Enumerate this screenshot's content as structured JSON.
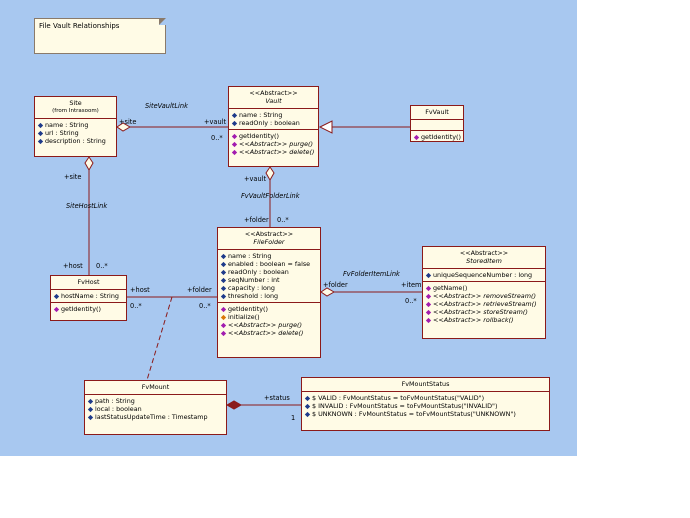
{
  "note": {
    "text": "File Vault Relationships"
  },
  "classes": {
    "site": {
      "name": "Site",
      "sub": "(from Intrasoom)",
      "attrs": [
        "name : String",
        "url : String",
        "description : String"
      ]
    },
    "vault": {
      "stereotype": "<<Abstract>>",
      "name": "Vault",
      "attrs": [
        "name : String",
        "readOnly : boolean"
      ],
      "ops": [
        "getIdentity()",
        "<<Abstract>> purge()",
        "<<Abstract>> delete()"
      ]
    },
    "fvvault": {
      "name": "FvVault",
      "ops": [
        "getIdentity()"
      ]
    },
    "filefolder": {
      "stereotype": "<<Abstract>>",
      "name": "FileFolder",
      "attrs": [
        "name : String",
        "enabled : boolean = false",
        "readOnly : boolean",
        "seqNumber : int",
        "capacity : long",
        "threshold : long"
      ],
      "ops": [
        "getIdentity()",
        "initialize()",
        "<<Abstract>> purge()",
        "<<Abstract>> delete()"
      ]
    },
    "storeditem": {
      "stereotype": "<<Abstract>>",
      "name": "StoredItem",
      "attrs": [
        "uniqueSequenceNumber : long"
      ],
      "ops": [
        "getName()",
        "<<Abstract>> removeStream()",
        "<<Abstract>> retrieveStream()",
        "<<Abstract>> storeStream()",
        "<<Abstract>> rollback()"
      ]
    },
    "fvhost": {
      "name": "FvHost",
      "attrs": [
        "hostName : String"
      ],
      "ops": [
        "getIdentity()"
      ]
    },
    "fvmount": {
      "name": "FvMount",
      "attrs": [
        "path : String",
        "local : boolean",
        "lastStatusUpdateTime : Timestamp"
      ]
    },
    "fvmountstatus": {
      "name": "FvMountStatus",
      "attrs": [
        "$ VALID : FvMountStatus = toFvMountStatus(\"VALID\")",
        "$ INVALID : FvMountStatus = toFvMountStatus(\"INVALID\")",
        "$ UNKNOWN : FvMountStatus = toFvMountStatus(\"UNKNOWN\")"
      ]
    }
  },
  "labels": {
    "siteVaultLink": "SiteVaultLink",
    "siteRole": "+site",
    "vaultRole": "+vault",
    "vaultMult": "0..*",
    "siteHostLink": "SiteHostLink",
    "siteRole2": "+site",
    "hostRole": "+host",
    "hostMult": "0..*",
    "fvVaultFolderLink": "FvVaultFolderLink",
    "vaultRole2": "+vault",
    "folderRole": "+folder",
    "folderMult": "0..*",
    "fvFolderItemLink": "FvFolderItemLink",
    "folderRole2": "+folder",
    "itemRole": "+item",
    "itemMult": "0..*",
    "hostRole2": "+host",
    "folderRole3": "+folder",
    "hostMult2": "0..*",
    "folderMult2": "0..*",
    "statusRole": "+status",
    "statusMult": "1"
  }
}
